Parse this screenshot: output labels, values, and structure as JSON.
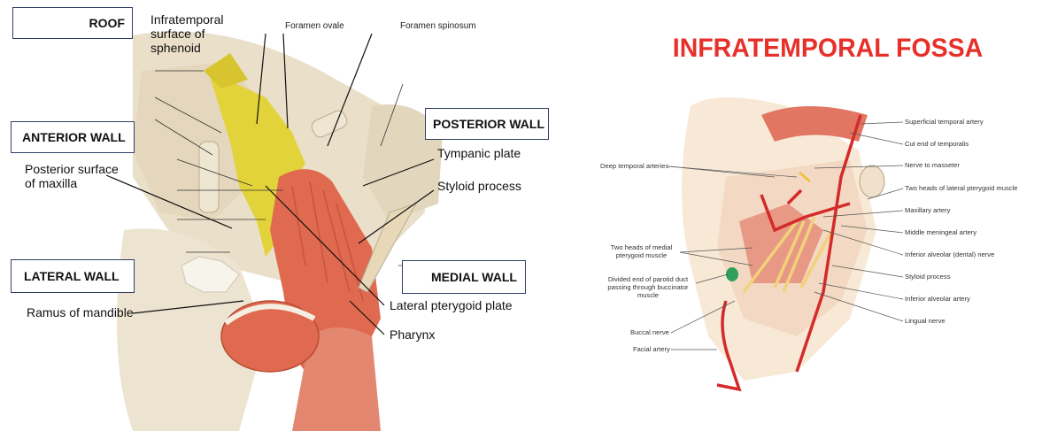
{
  "left_diagram": {
    "walls": {
      "roof": "ROOF",
      "anterior": "ANTERIOR WALL",
      "posterior": "POSTERIOR WALL",
      "lateral": "LATERAL WALL",
      "medial": "MEDIAL WALL"
    },
    "labels": {
      "infratemporal_surface": "Infratemporal surface of sphenoid",
      "foramen_ovale": "Foramen ovale",
      "foramen_spinosum": "Foramen spinosum",
      "posterior_surface_maxilla": "Posterior surface of maxilla",
      "tympanic_plate": "Tympanic plate",
      "styloid_process": "Styloid process",
      "ramus_of_mandible": "Ramus of mandible",
      "lateral_pterygoid_plate": "Lateral pterygoid plate",
      "pharynx": "Pharynx"
    }
  },
  "right_diagram": {
    "title": "INFRATEMPORAL FOSSA",
    "labels": {
      "superficial_temporal_artery": "Superficial temporal artery",
      "cut_end_of_temporalis": "Cut end of temporalis",
      "nerve_to_masseter": "Nerve to masseter",
      "two_heads_lateral_pterygoid": "Two heads of lateral pterygoid muscle",
      "maxillary_artery": "Maxillary artery",
      "middle_meningeal_artery": "Middle meningeal artery",
      "inferior_alveolar_nerve": "Inferior alveolar (dental) nerve",
      "styloid_process": "Styloid process",
      "inferior_alveolar_artery": "Inferior alveolar artery",
      "lingual_nerve": "Lingual nerve",
      "deep_temporal_arteries": "Deep temporal arteries",
      "two_heads_medial_pterygoid": "Two heads of medial pterygoid muscle",
      "divided_end_parotid_duct": "Divided end of parotid duct passing through buccinator muscle",
      "buccal_nerve": "Buccal nerve",
      "facial_artery": "Facial artery"
    }
  },
  "colors": {
    "title_red": "#e8302a",
    "box_border": "#2f3e63",
    "bone": "#e8dcc4",
    "sphenoid_yellow": "#e3d33a",
    "muscle": "#e06a50",
    "artery": "#d42a2a",
    "nerve": "#f1d27a"
  }
}
